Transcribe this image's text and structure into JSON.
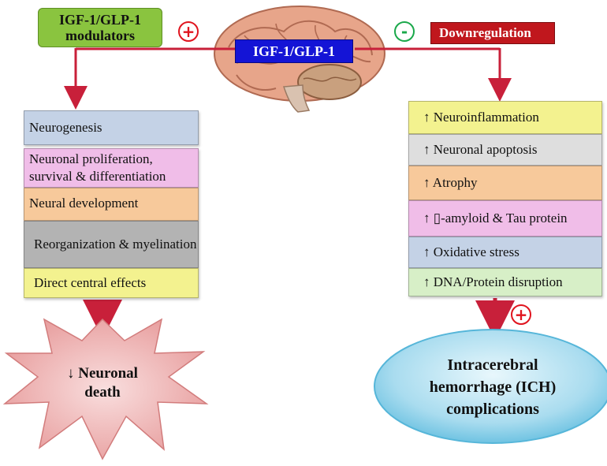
{
  "modulators_label": "IGF-1/GLP-1 modulators",
  "center_label": "IGF-1/GLP-1",
  "downregulation_label": "Downregulation",
  "plus_sign": "+",
  "minus_sign": "-",
  "left_effects": [
    "Neurogenesis",
    "Neuronal proliferation, survival & differentiation",
    "Neural development",
    "Reorganization & myelination",
    "Direct central effects"
  ],
  "right_effects": [
    "↑ Neuroinflammation",
    "↑ Neuronal apoptosis",
    "↑ Atrophy",
    "↑ ▯-amyloid & Tau protein",
    "↑ Oxidative stress",
    "↑ DNA/Protein disruption"
  ],
  "left_outcome": "↓ Neuronal death",
  "right_outcome": "Intracerebral hemorrhage (ICH) complications",
  "colors": {
    "arrow": "#c8203a",
    "modulators_green": "#8ac43f",
    "center_blue": "#1414d6",
    "downregulation_red": "#c0171d",
    "plus_red": "#e0141e",
    "minus_green": "#1aa84a",
    "starburst": "#f0b4b4",
    "ellipse": "#a9dcef"
  }
}
